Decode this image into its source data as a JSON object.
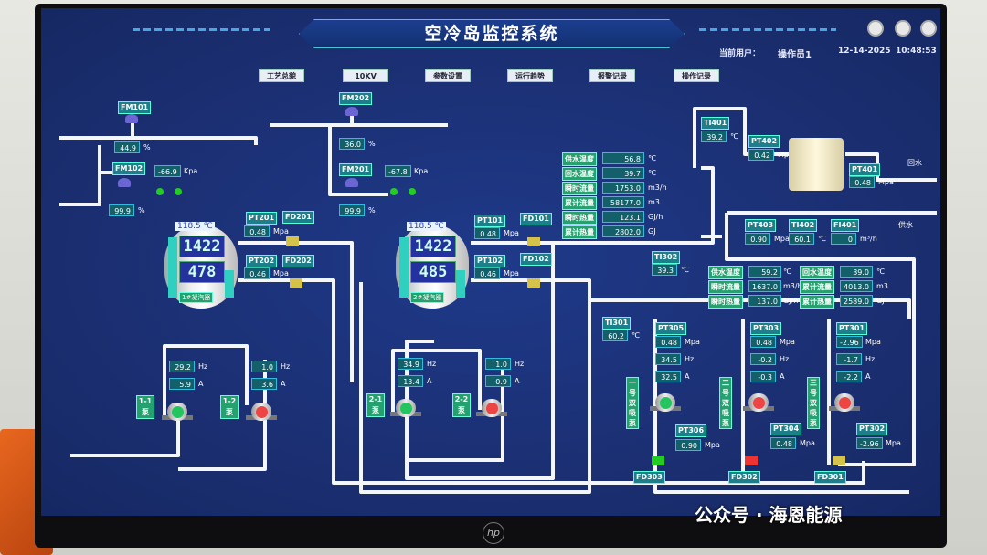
{
  "header": {
    "title": "空冷岛监控系统",
    "user_label": "当前用户：",
    "user": "操作员1",
    "date": "12-14-2025",
    "time": "10:48:53"
  },
  "nav": [
    "工艺总貌",
    "10KV",
    "参数设置",
    "运行趋势",
    "报警记录",
    "操作记录"
  ],
  "tanks": [
    {
      "temp": "118.5 ℃",
      "top": "1422",
      "bottom": "478",
      "name": "1#凝汽器"
    },
    {
      "temp": "118.5 ℃",
      "top": "1422",
      "bottom": "485",
      "name": "2#凝汽器"
    }
  ],
  "instruments": {
    "FM101": {
      "tag": "FM101",
      "value": "44.9",
      "unit": "%"
    },
    "FM102": {
      "tag": "FM102",
      "value": "99.9",
      "unit": "%",
      "p": "-66.9",
      "punit": "Kpa"
    },
    "FM202": {
      "tag": "FM202",
      "value": "36.0",
      "unit": "%"
    },
    "FM201": {
      "tag": "FM201",
      "value": "99.9",
      "unit": "%",
      "p": "-67.8",
      "punit": "Kpa"
    },
    "PT201": {
      "tag": "PT201",
      "value": "0.48",
      "unit": "Mpa"
    },
    "PT202": {
      "tag": "PT202",
      "value": "0.46",
      "unit": "Mpa"
    },
    "FD201": {
      "tag": "FD201"
    },
    "FD202": {
      "tag": "FD202"
    },
    "PT101": {
      "tag": "PT101",
      "value": "0.48",
      "unit": "Mpa"
    },
    "PT102": {
      "tag": "PT102",
      "value": "0.46",
      "unit": "Mpa"
    },
    "FD101": {
      "tag": "FD101"
    },
    "FD102": {
      "tag": "FD102"
    },
    "TI401": {
      "tag": "TI401",
      "value": "39.2",
      "unit": "℃"
    },
    "PT402": {
      "tag": "PT402",
      "value": "0.42",
      "unit": "Mpa"
    },
    "PT401": {
      "tag": "PT401",
      "value": "0.48",
      "unit": "Mpa"
    },
    "PT403": {
      "tag": "PT403",
      "value": "0.90",
      "unit": "Mpa"
    },
    "TI402": {
      "tag": "TI402",
      "value": "60.1",
      "unit": "℃"
    },
    "FI401": {
      "tag": "FI401",
      "value": "0",
      "unit": "m³/h"
    },
    "TI302": {
      "tag": "TI302",
      "value": "39.3",
      "unit": "℃"
    },
    "TI301": {
      "tag": "TI301",
      "value": "60.2",
      "unit": "℃"
    },
    "PT305": {
      "tag": "PT305",
      "v1": "0.48",
      "u1": "Mpa",
      "v2": "34.5",
      "u2": "Hz",
      "v3": "32.5",
      "u3": "A"
    },
    "PT303": {
      "tag": "PT303",
      "v1": "0.48",
      "u1": "Mpa",
      "v2": "-0.2",
      "u2": "Hz",
      "v3": "-0.3",
      "u3": "A"
    },
    "PT301": {
      "tag": "PT301",
      "v1": "-2.96",
      "u1": "Mpa",
      "v2": "-1.7",
      "u2": "Hz",
      "v3": "-2.2",
      "u3": "A"
    },
    "PT306": {
      "tag": "PT306",
      "value": "0.90",
      "unit": "Mpa"
    },
    "PT304": {
      "tag": "PT304",
      "value": "0.48",
      "unit": "Mpa"
    },
    "PT302": {
      "tag": "PT302",
      "value": "-2.96",
      "unit": "Mpa"
    },
    "FD303": {
      "tag": "FD303"
    },
    "FD302": {
      "tag": "FD302"
    },
    "FD301": {
      "tag": "FD301"
    }
  },
  "left_table": [
    {
      "label": "供水温度",
      "value": "56.8",
      "unit": "℃"
    },
    {
      "label": "回水温度",
      "value": "39.7",
      "unit": "℃"
    },
    {
      "label": "瞬时流量",
      "value": "1753.0",
      "unit": "m3/h"
    },
    {
      "label": "累计流量",
      "value": "58177.0",
      "unit": "m3"
    },
    {
      "label": "瞬时热量",
      "value": "123.1",
      "unit": "GJ/h"
    },
    {
      "label": "累计热量",
      "value": "2802.0",
      "unit": "GJ"
    }
  ],
  "right_table": [
    {
      "l1": "供水温度",
      "v1": "59.2",
      "u1": "℃",
      "l2": "回水温度",
      "v2": "39.0",
      "u2": "℃"
    },
    {
      "l1": "瞬时流量",
      "v1": "1637.0",
      "u1": "m3/h",
      "l2": "累计流量",
      "v2": "4013.0",
      "u2": "m3"
    },
    {
      "l1": "瞬时热量",
      "v1": "137.0",
      "u1": "GJ/h",
      "l2": "累计热量",
      "v2": "2589.0",
      "u2": "GJ"
    }
  ],
  "pumps": {
    "p11": {
      "name": "1-1泵",
      "hz": "29.2",
      "a": "5.9"
    },
    "p12": {
      "name": "1-2泵",
      "hz": "1.0",
      "a": "3.6"
    },
    "p21": {
      "name": "2-1泵",
      "hz": "34.9",
      "a": "13.4"
    },
    "p22": {
      "name": "2-2泵",
      "hz": "1.0",
      "a": "0.9"
    },
    "p1": {
      "name": "一号双吸泵"
    },
    "p2": {
      "name": "二号双吸泵"
    },
    "p3": {
      "name": "三号双吸泵"
    }
  },
  "units": {
    "hz": "Hz",
    "a": "A"
  },
  "labels": {
    "return_water": "回水",
    "supply_water": "供水"
  },
  "watermark": "公众号 · 海恩能源",
  "brand": "hp",
  "colors": {
    "pipe": "#ffffff",
    "screen_bg": "#1c3278",
    "value_bg": "#14606a",
    "label_bg": "#25a06e",
    "pump_on": "#22c55e",
    "pump_off": "#ef4444"
  }
}
